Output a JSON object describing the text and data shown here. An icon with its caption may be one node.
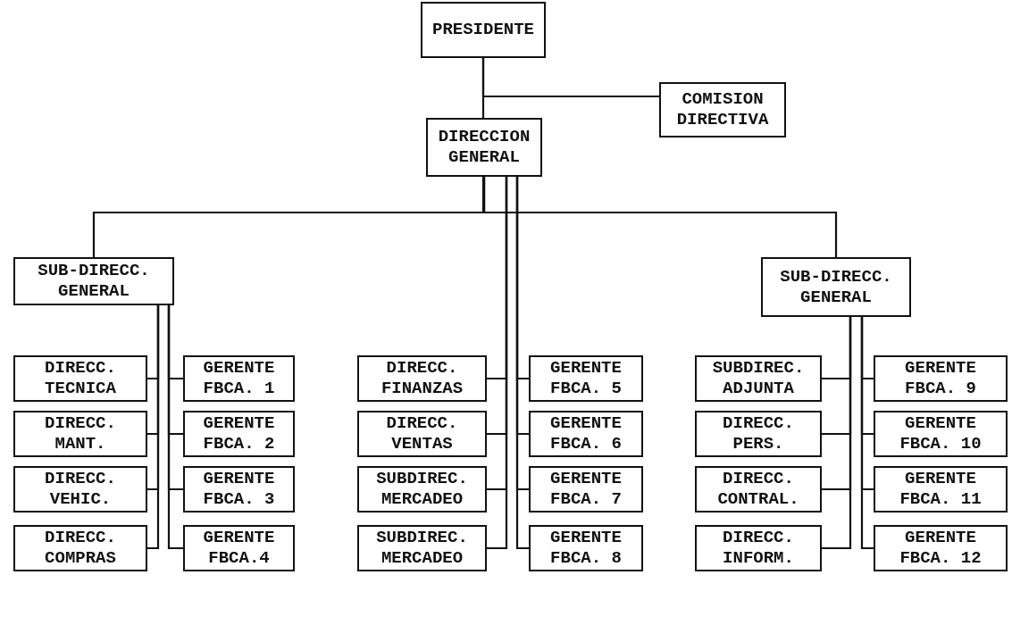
{
  "diagram": {
    "nodes": [
      {
        "text": [
          "PRESIDENTE"
        ]
      },
      {
        "text": [
          "COMISION DIRECTIVA"
        ]
      },
      {
        "text": [
          "DIRECCION GENERAL"
        ]
      },
      {
        "text": [
          "SUB-DIRECC. GENERAL"
        ]
      },
      {
        "text": [
          "SUB-DIRECC. GENERAL"
        ]
      },
      {
        "text": [
          "DIRECC. TECNICA"
        ]
      },
      {
        "text": [
          "GERENTE FBCA. 1"
        ]
      },
      {
        "text": [
          "DIRECC. FINANZAS"
        ]
      },
      {
        "text": [
          "GERENTE FBCA. 5"
        ]
      },
      {
        "text": [
          "SUBDIREC. ADJUNTA"
        ]
      },
      {
        "text": [
          "GERENTE FBCA. 9"
        ]
      },
      {
        "text": [
          "DIRECC. MANT."
        ]
      },
      {
        "text": [
          "GERENTE FBCA. 2"
        ]
      },
      {
        "text": [
          "DIRECC. VENTAS"
        ]
      },
      {
        "text": [
          "GERENTE FBCA. 6"
        ]
      },
      {
        "text": [
          "DIRECC. PERS."
        ]
      },
      {
        "text": [
          "GERENTE FBCA. 10"
        ]
      },
      {
        "text": [
          "DIRECC. VEHIC."
        ]
      },
      {
        "text": [
          "GERENTE FBCA. 3"
        ]
      },
      {
        "text": [
          "SUBDIREC. MERCADEO"
        ]
      },
      {
        "text": [
          "GERENTE FBCA. 7"
        ]
      },
      {
        "text": [
          "DIRECC. CONTRAL."
        ]
      },
      {
        "text": [
          "GERENTE FBCA. 11"
        ]
      },
      {
        "text": [
          "DIRECC. COMPRAS"
        ]
      },
      {
        "text": [
          "GERENTE FBCA.4"
        ]
      },
      {
        "text": [
          "SUBDIREC. MERCADEO"
        ]
      },
      {
        "text": [
          "GERENTE FBCA. 8"
        ]
      },
      {
        "text": [
          "DIRECC. INFORM."
        ]
      },
      {
        "text": [
          "GERENTE FBCA. 12"
        ]
      }
    ],
    "edges": [
      {
        "from": 0,
        "to": 2,
        "arrow": "none"
      },
      {
        "from": 0,
        "to": 1,
        "arrow": "none"
      },
      {
        "from": 2,
        "to": 3,
        "arrow": "none"
      },
      {
        "from": 2,
        "to": 4,
        "arrow": "none"
      },
      {
        "from": 3,
        "to": 5,
        "arrow": "none"
      },
      {
        "from": 3,
        "to": 6,
        "arrow": "none"
      },
      {
        "from": 2,
        "to": 7,
        "arrow": "none"
      },
      {
        "from": 2,
        "to": 8,
        "arrow": "none"
      },
      {
        "from": 4,
        "to": 9,
        "arrow": "none"
      },
      {
        "from": 4,
        "to": 10,
        "arrow": "none"
      },
      {
        "from": 3,
        "to": 11,
        "arrow": "none"
      },
      {
        "from": 3,
        "to": 12,
        "arrow": "none"
      },
      {
        "from": 2,
        "to": 13,
        "arrow": "none"
      },
      {
        "from": 2,
        "to": 14,
        "arrow": "none"
      },
      {
        "from": 4,
        "to": 15,
        "arrow": "none"
      },
      {
        "from": 4,
        "to": 16,
        "arrow": "none"
      },
      {
        "from": 3,
        "to": 17,
        "arrow": "none"
      },
      {
        "from": 3,
        "to": 18,
        "arrow": "none"
      },
      {
        "from": 2,
        "to": 19,
        "arrow": "none"
      },
      {
        "from": 2,
        "to": 20,
        "arrow": "none"
      },
      {
        "from": 4,
        "to": 21,
        "arrow": "none"
      },
      {
        "from": 4,
        "to": 22,
        "arrow": "none"
      },
      {
        "from": 3,
        "to": 23,
        "arrow": "none"
      },
      {
        "from": 3,
        "to": 24,
        "arrow": "none"
      },
      {
        "from": 2,
        "to": 25,
        "arrow": "none"
      },
      {
        "from": 2,
        "to": 26,
        "arrow": "none"
      },
      {
        "from": 4,
        "to": 27,
        "arrow": "none"
      },
      {
        "from": 4,
        "to": 28,
        "arrow": "none"
      }
    ]
  }
}
